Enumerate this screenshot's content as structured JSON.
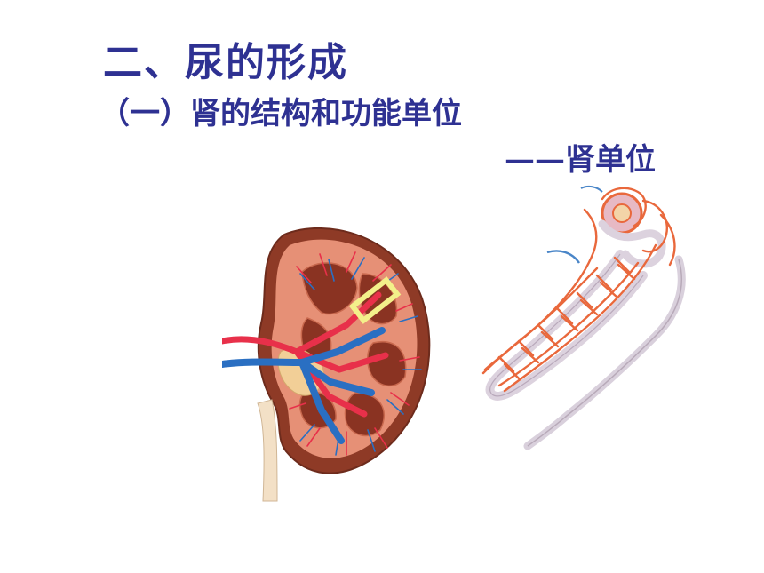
{
  "slide": {
    "title": "二、尿的形成",
    "subtitle": "（一）肾的结构和功能单位",
    "tag_dash": "——",
    "tag_text": "肾单位"
  },
  "colors": {
    "heading": "#2e3192",
    "artery": "#e8304a",
    "vein": "#2a6fc2",
    "cortex": "#e69076",
    "pyramid": "#8a3322",
    "highlight_box": "#f3f08a",
    "nephron_vessel": "#e9683c",
    "tubule": "#d9d0dc"
  },
  "figures": [
    {
      "name": "kidney-cross-section",
      "icon": "kidney-icon"
    },
    {
      "name": "nephron-diagram",
      "icon": "nephron-icon"
    }
  ]
}
